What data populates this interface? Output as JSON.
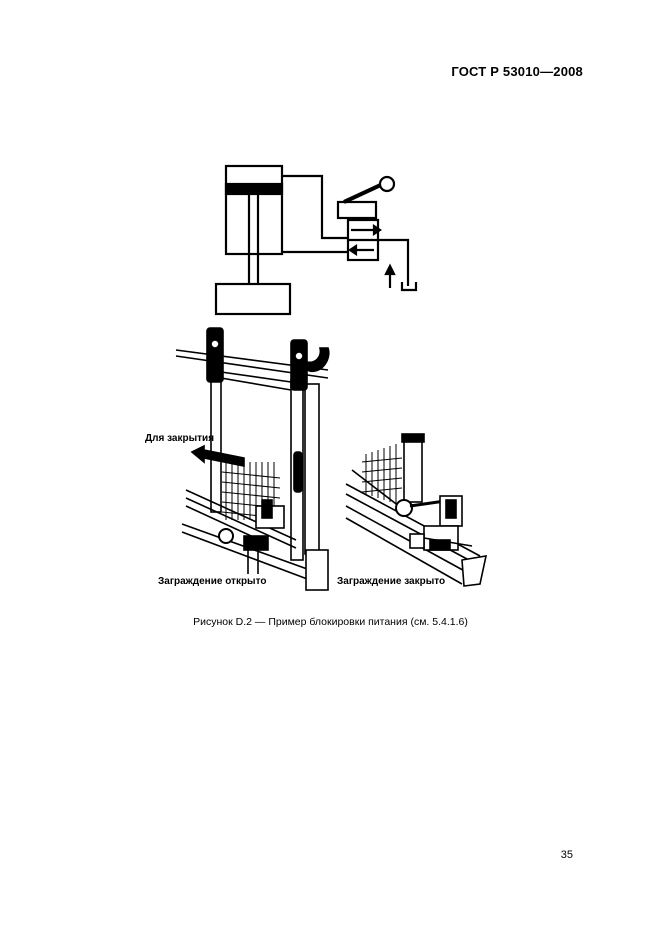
{
  "header": {
    "standard_id": "ГОСТ Р 53010—2008"
  },
  "figure": {
    "label_closing": "Для закрытия",
    "label_open": "Заграждение открыто",
    "label_closed": "Заграждение закрыто",
    "caption": "Рисунок D.2 — Пример блокировки питания (см. 5.4.1.6)"
  },
  "footer": {
    "page_number": "35"
  }
}
